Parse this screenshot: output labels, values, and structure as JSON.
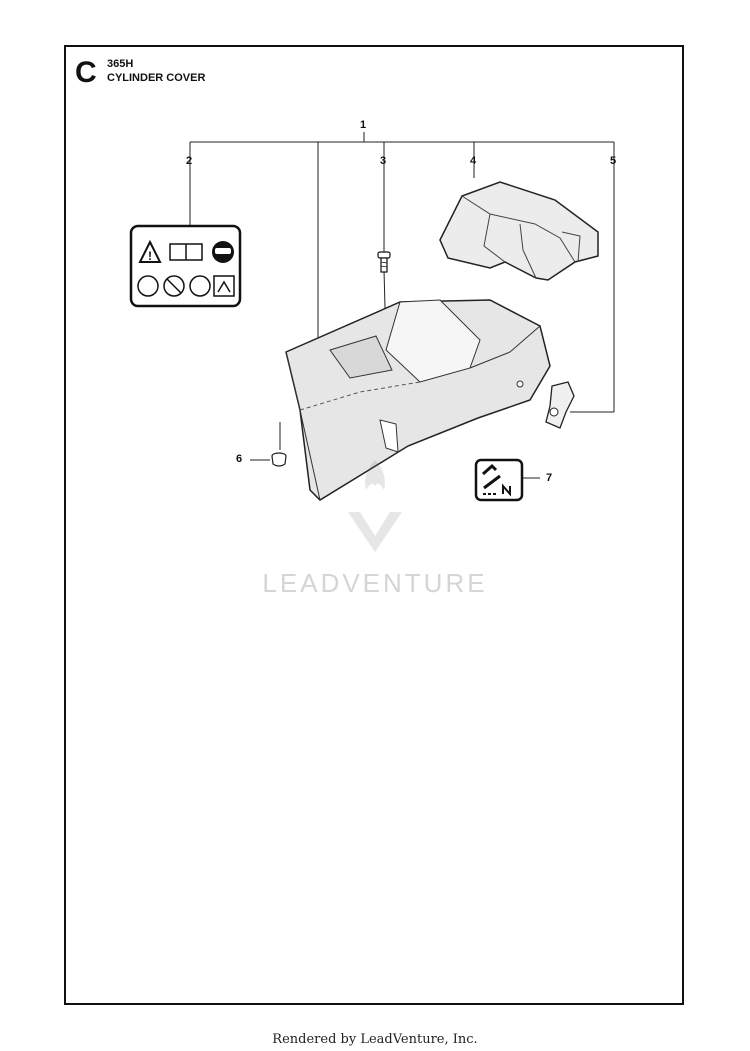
{
  "section_letter": "C",
  "model": "365H",
  "title": "CYLINDER COVER",
  "callouts": [
    "1",
    "2",
    "3",
    "4",
    "5",
    "6",
    "7"
  ],
  "watermark": "LEADVENTURE",
  "footer": "Rendered by LeadVenture, Inc."
}
